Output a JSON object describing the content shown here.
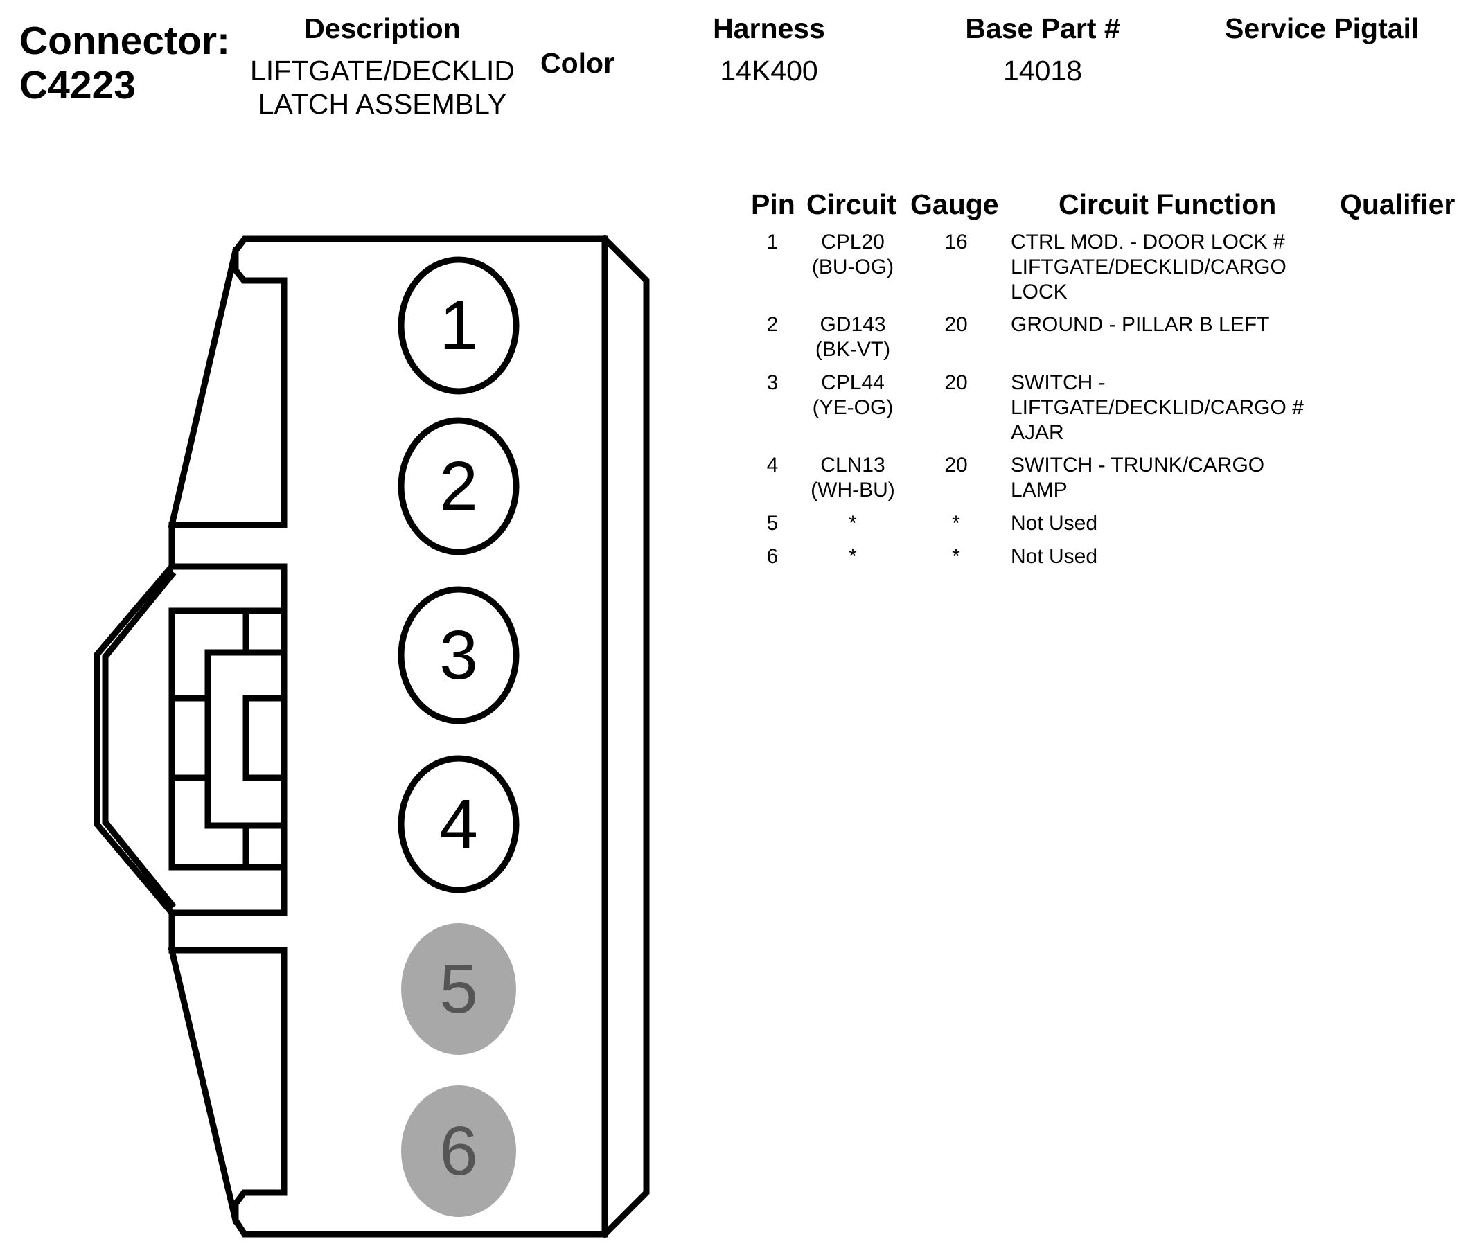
{
  "header": {
    "connector_label": "Connector:",
    "connector_id": "C4223",
    "description_label": "Description",
    "description_line1": "LIFTGATE/DECKLID",
    "description_line2": "LATCH ASSEMBLY",
    "color_label": "Color",
    "harness_label": "Harness",
    "harness_value": "14K400",
    "base_part_label": "Base Part #",
    "base_part_value": "14018",
    "service_pigtail_label": "Service Pigtail"
  },
  "connector_pins": [
    {
      "label": "1",
      "used": true
    },
    {
      "label": "2",
      "used": true
    },
    {
      "label": "3",
      "used": true
    },
    {
      "label": "4",
      "used": true
    },
    {
      "label": "5",
      "used": false
    },
    {
      "label": "6",
      "used": false
    }
  ],
  "pin_table": {
    "headers": {
      "pin": "Pin",
      "circuit": "Circuit",
      "gauge": "Gauge",
      "function": "Circuit Function",
      "qualifier": "Qualifier"
    },
    "rows": [
      {
        "pin": "1",
        "circuit": "CPL20",
        "color": "(BU-OG)",
        "gauge": "16",
        "function": [
          "CTRL MOD. - DOOR LOCK #",
          "LIFTGATE/DECKLID/CARGO",
          "LOCK"
        ]
      },
      {
        "pin": "2",
        "circuit": "GD143",
        "color": "(BK-VT)",
        "gauge": "20",
        "function": [
          "GROUND - PILLAR B LEFT"
        ]
      },
      {
        "pin": "3",
        "circuit": "CPL44",
        "color": "(YE-OG)",
        "gauge": "20",
        "function": [
          "SWITCH -",
          "LIFTGATE/DECKLID/CARGO #",
          "AJAR"
        ]
      },
      {
        "pin": "4",
        "circuit": "CLN13",
        "color": "(WH-BU)",
        "gauge": "20",
        "function": [
          "SWITCH - TRUNK/CARGO",
          "LAMP"
        ]
      },
      {
        "pin": "5",
        "circuit": "*",
        "color": "",
        "gauge": "*",
        "function": [
          "Not Used"
        ]
      },
      {
        "pin": "6",
        "circuit": "*",
        "color": "",
        "gauge": "*",
        "function": [
          "Not Used"
        ]
      }
    ]
  },
  "colors": {
    "line": "#000000",
    "unused_pin_fill": "#a8a8a8",
    "unused_pin_text": "#555555"
  }
}
